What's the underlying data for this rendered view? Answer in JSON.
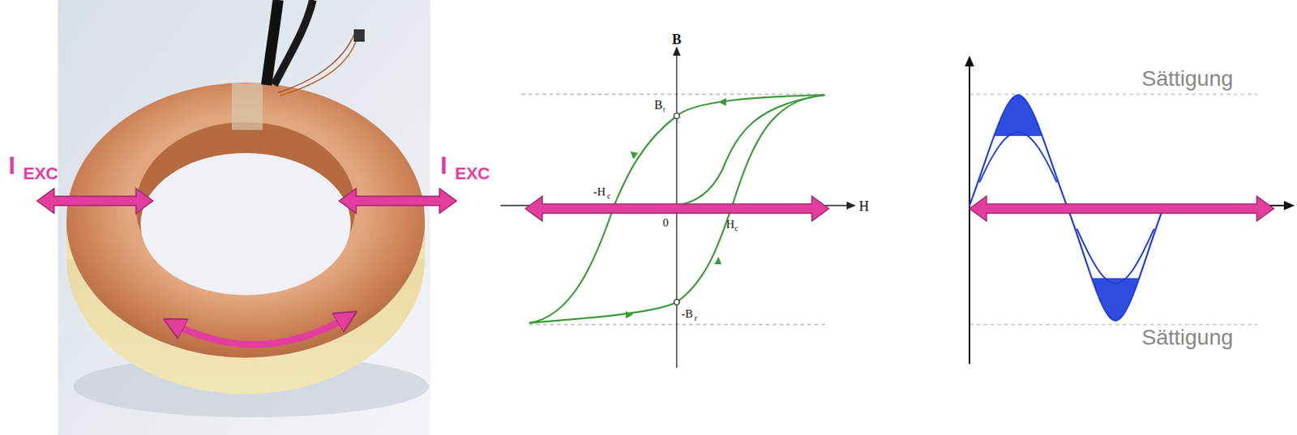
{
  "diagram": {
    "labels": [
      "I",
      "EXC",
      "I",
      "EXC",
      "B",
      "B",
      "r",
      "-H",
      "c",
      "0",
      "H",
      "c",
      "-B",
      "r",
      "H",
      "Sättigung",
      "Sättigung"
    ]
  }
}
